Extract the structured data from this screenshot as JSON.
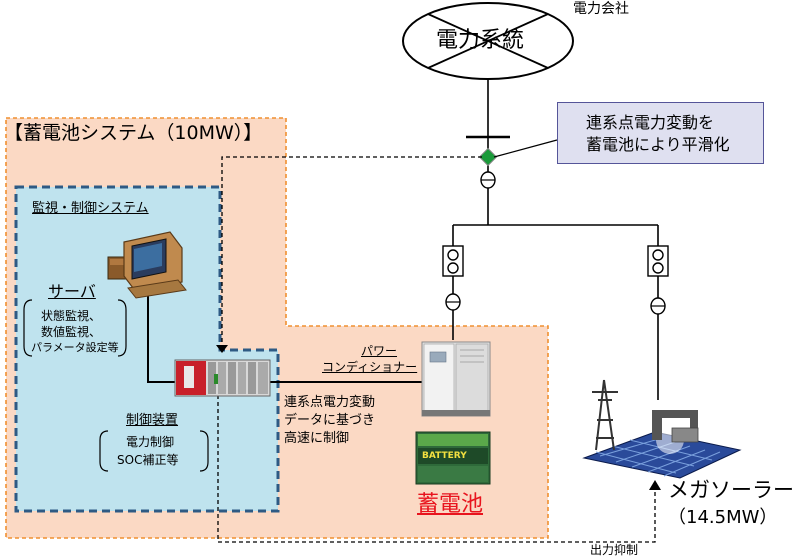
{
  "power_company": "電力会社",
  "grid_label": "電力系統",
  "callout": {
    "line1": "連系点電力変動を",
    "line2": "蓄電池により平滑化"
  },
  "battery_system": {
    "title": "【蓄電池システム（10MW）】"
  },
  "monitor_control": {
    "title": "監視・制御システム"
  },
  "server": {
    "label": "サーバ",
    "func1": "状態監視、",
    "func2": "数値監視、",
    "func3": "パラメータ設定等"
  },
  "controller": {
    "label": "制御装置",
    "func1": "電力制御",
    "func2": "SOC補正等"
  },
  "pcs": {
    "line1": "パワー",
    "line2": "コンディショナー"
  },
  "control_text": {
    "line1": "連系点電力変動",
    "line2": "データに基づき",
    "line3": "高速に制御"
  },
  "battery": {
    "label": "蓄電池",
    "product_text": "BATTERY"
  },
  "solar": {
    "label": "メガソーラー",
    "capacity": "（14.5MW）"
  },
  "output_limit": "出力抑制",
  "colors": {
    "orange_fill": "#fbd9c4",
    "orange_dash": "#f09030",
    "blue_fill": "#bfe3ee",
    "blue_dash": "#2e5a84",
    "callout_fill": "#dfe0f0",
    "callout_border": "#555599",
    "battery_red": "#e8141e",
    "sensor_green": "#1a9a3a"
  }
}
